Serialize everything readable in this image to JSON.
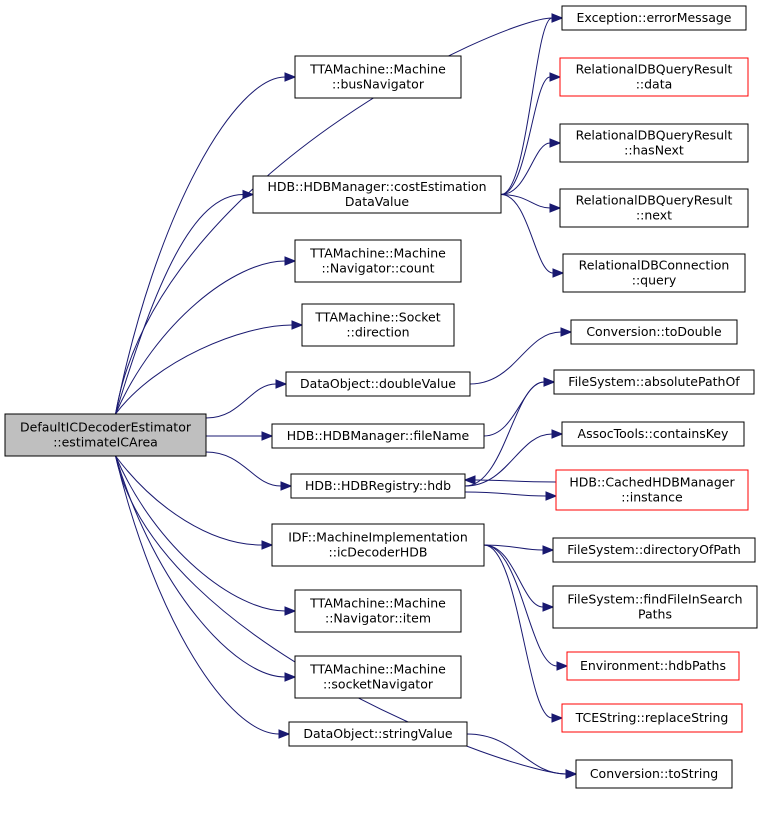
{
  "colors": {
    "edge": "#191970",
    "border": "#000000",
    "border_red": "#ff0000",
    "root_fill": "#bfbfbf",
    "background": "#ffffff"
  },
  "nodes": [
    {
      "id": "root",
      "lines": [
        "DefaultICDecoderEstimator",
        "::estimateICArea"
      ],
      "style": "root"
    },
    {
      "id": "busnav",
      "lines": [
        "TTAMachine::Machine",
        "::busNavigator"
      ],
      "style": "normal"
    },
    {
      "id": "costest",
      "lines": [
        "HDB::HDBManager::costEstimation",
        "DataValue"
      ],
      "style": "normal"
    },
    {
      "id": "navcount",
      "lines": [
        "TTAMachine::Machine",
        "::Navigator::count"
      ],
      "style": "normal"
    },
    {
      "id": "direction",
      "lines": [
        "TTAMachine::Socket",
        "::direction"
      ],
      "style": "normal"
    },
    {
      "id": "doublevalue",
      "lines": [
        "DataObject::doubleValue"
      ],
      "style": "normal"
    },
    {
      "id": "filename",
      "lines": [
        "HDB::HDBManager::fileName"
      ],
      "style": "normal"
    },
    {
      "id": "hdb",
      "lines": [
        "HDB::HDBRegistry::hdb"
      ],
      "style": "normal"
    },
    {
      "id": "icdec",
      "lines": [
        "IDF::MachineImplementation",
        "::icDecoderHDB"
      ],
      "style": "normal"
    },
    {
      "id": "navitem",
      "lines": [
        "TTAMachine::Machine",
        "::Navigator::item"
      ],
      "style": "normal"
    },
    {
      "id": "socknav",
      "lines": [
        "TTAMachine::Machine",
        "::socketNavigator"
      ],
      "style": "normal"
    },
    {
      "id": "stringvalue",
      "lines": [
        "DataObject::stringValue"
      ],
      "style": "normal"
    },
    {
      "id": "errmsg",
      "lines": [
        "Exception::errorMessage"
      ],
      "style": "normal"
    },
    {
      "id": "rdata",
      "lines": [
        "RelationalDBQueryResult",
        "::data"
      ],
      "style": "red"
    },
    {
      "id": "rhasnext",
      "lines": [
        "RelationalDBQueryResult",
        "::hasNext"
      ],
      "style": "normal"
    },
    {
      "id": "rnext",
      "lines": [
        "RelationalDBQueryResult",
        "::next"
      ],
      "style": "normal"
    },
    {
      "id": "rquery",
      "lines": [
        "RelationalDBConnection",
        "::query"
      ],
      "style": "normal"
    },
    {
      "id": "todouble",
      "lines": [
        "Conversion::toDouble"
      ],
      "style": "normal"
    },
    {
      "id": "abspath",
      "lines": [
        "FileSystem::absolutePathOf"
      ],
      "style": "normal"
    },
    {
      "id": "containskey",
      "lines": [
        "AssocTools::containsKey"
      ],
      "style": "normal"
    },
    {
      "id": "cached",
      "lines": [
        "HDB::CachedHDBManager",
        "::instance"
      ],
      "style": "red"
    },
    {
      "id": "dirofpath",
      "lines": [
        "FileSystem::directoryOfPath"
      ],
      "style": "normal"
    },
    {
      "id": "findfile",
      "lines": [
        "FileSystem::findFileInSearch",
        "Paths"
      ],
      "style": "normal"
    },
    {
      "id": "hdbpaths",
      "lines": [
        "Environment::hdbPaths"
      ],
      "style": "red"
    },
    {
      "id": "replacestr",
      "lines": [
        "TCEString::replaceString"
      ],
      "style": "red"
    },
    {
      "id": "tostring",
      "lines": [
        "Conversion::toString"
      ],
      "style": "normal"
    }
  ],
  "edges": [
    [
      "root",
      "busnav"
    ],
    [
      "root",
      "errmsg"
    ],
    [
      "root",
      "costest"
    ],
    [
      "root",
      "navcount"
    ],
    [
      "root",
      "direction"
    ],
    [
      "root",
      "doublevalue"
    ],
    [
      "root",
      "filename"
    ],
    [
      "root",
      "hdb"
    ],
    [
      "root",
      "icdec"
    ],
    [
      "root",
      "navitem"
    ],
    [
      "root",
      "socknav"
    ],
    [
      "root",
      "stringvalue"
    ],
    [
      "root",
      "tostring"
    ],
    [
      "costest",
      "errmsg"
    ],
    [
      "costest",
      "rdata"
    ],
    [
      "costest",
      "rhasnext"
    ],
    [
      "costest",
      "rnext"
    ],
    [
      "costest",
      "rquery"
    ],
    [
      "doublevalue",
      "todouble"
    ],
    [
      "filename",
      "abspath"
    ],
    [
      "hdb",
      "abspath"
    ],
    [
      "hdb",
      "containskey"
    ],
    [
      "hdb",
      "cached"
    ],
    [
      "cached",
      "hdb"
    ],
    [
      "icdec",
      "dirofpath"
    ],
    [
      "icdec",
      "findfile"
    ],
    [
      "icdec",
      "hdbpaths"
    ],
    [
      "icdec",
      "replacestr"
    ],
    [
      "stringvalue",
      "tostring"
    ]
  ]
}
